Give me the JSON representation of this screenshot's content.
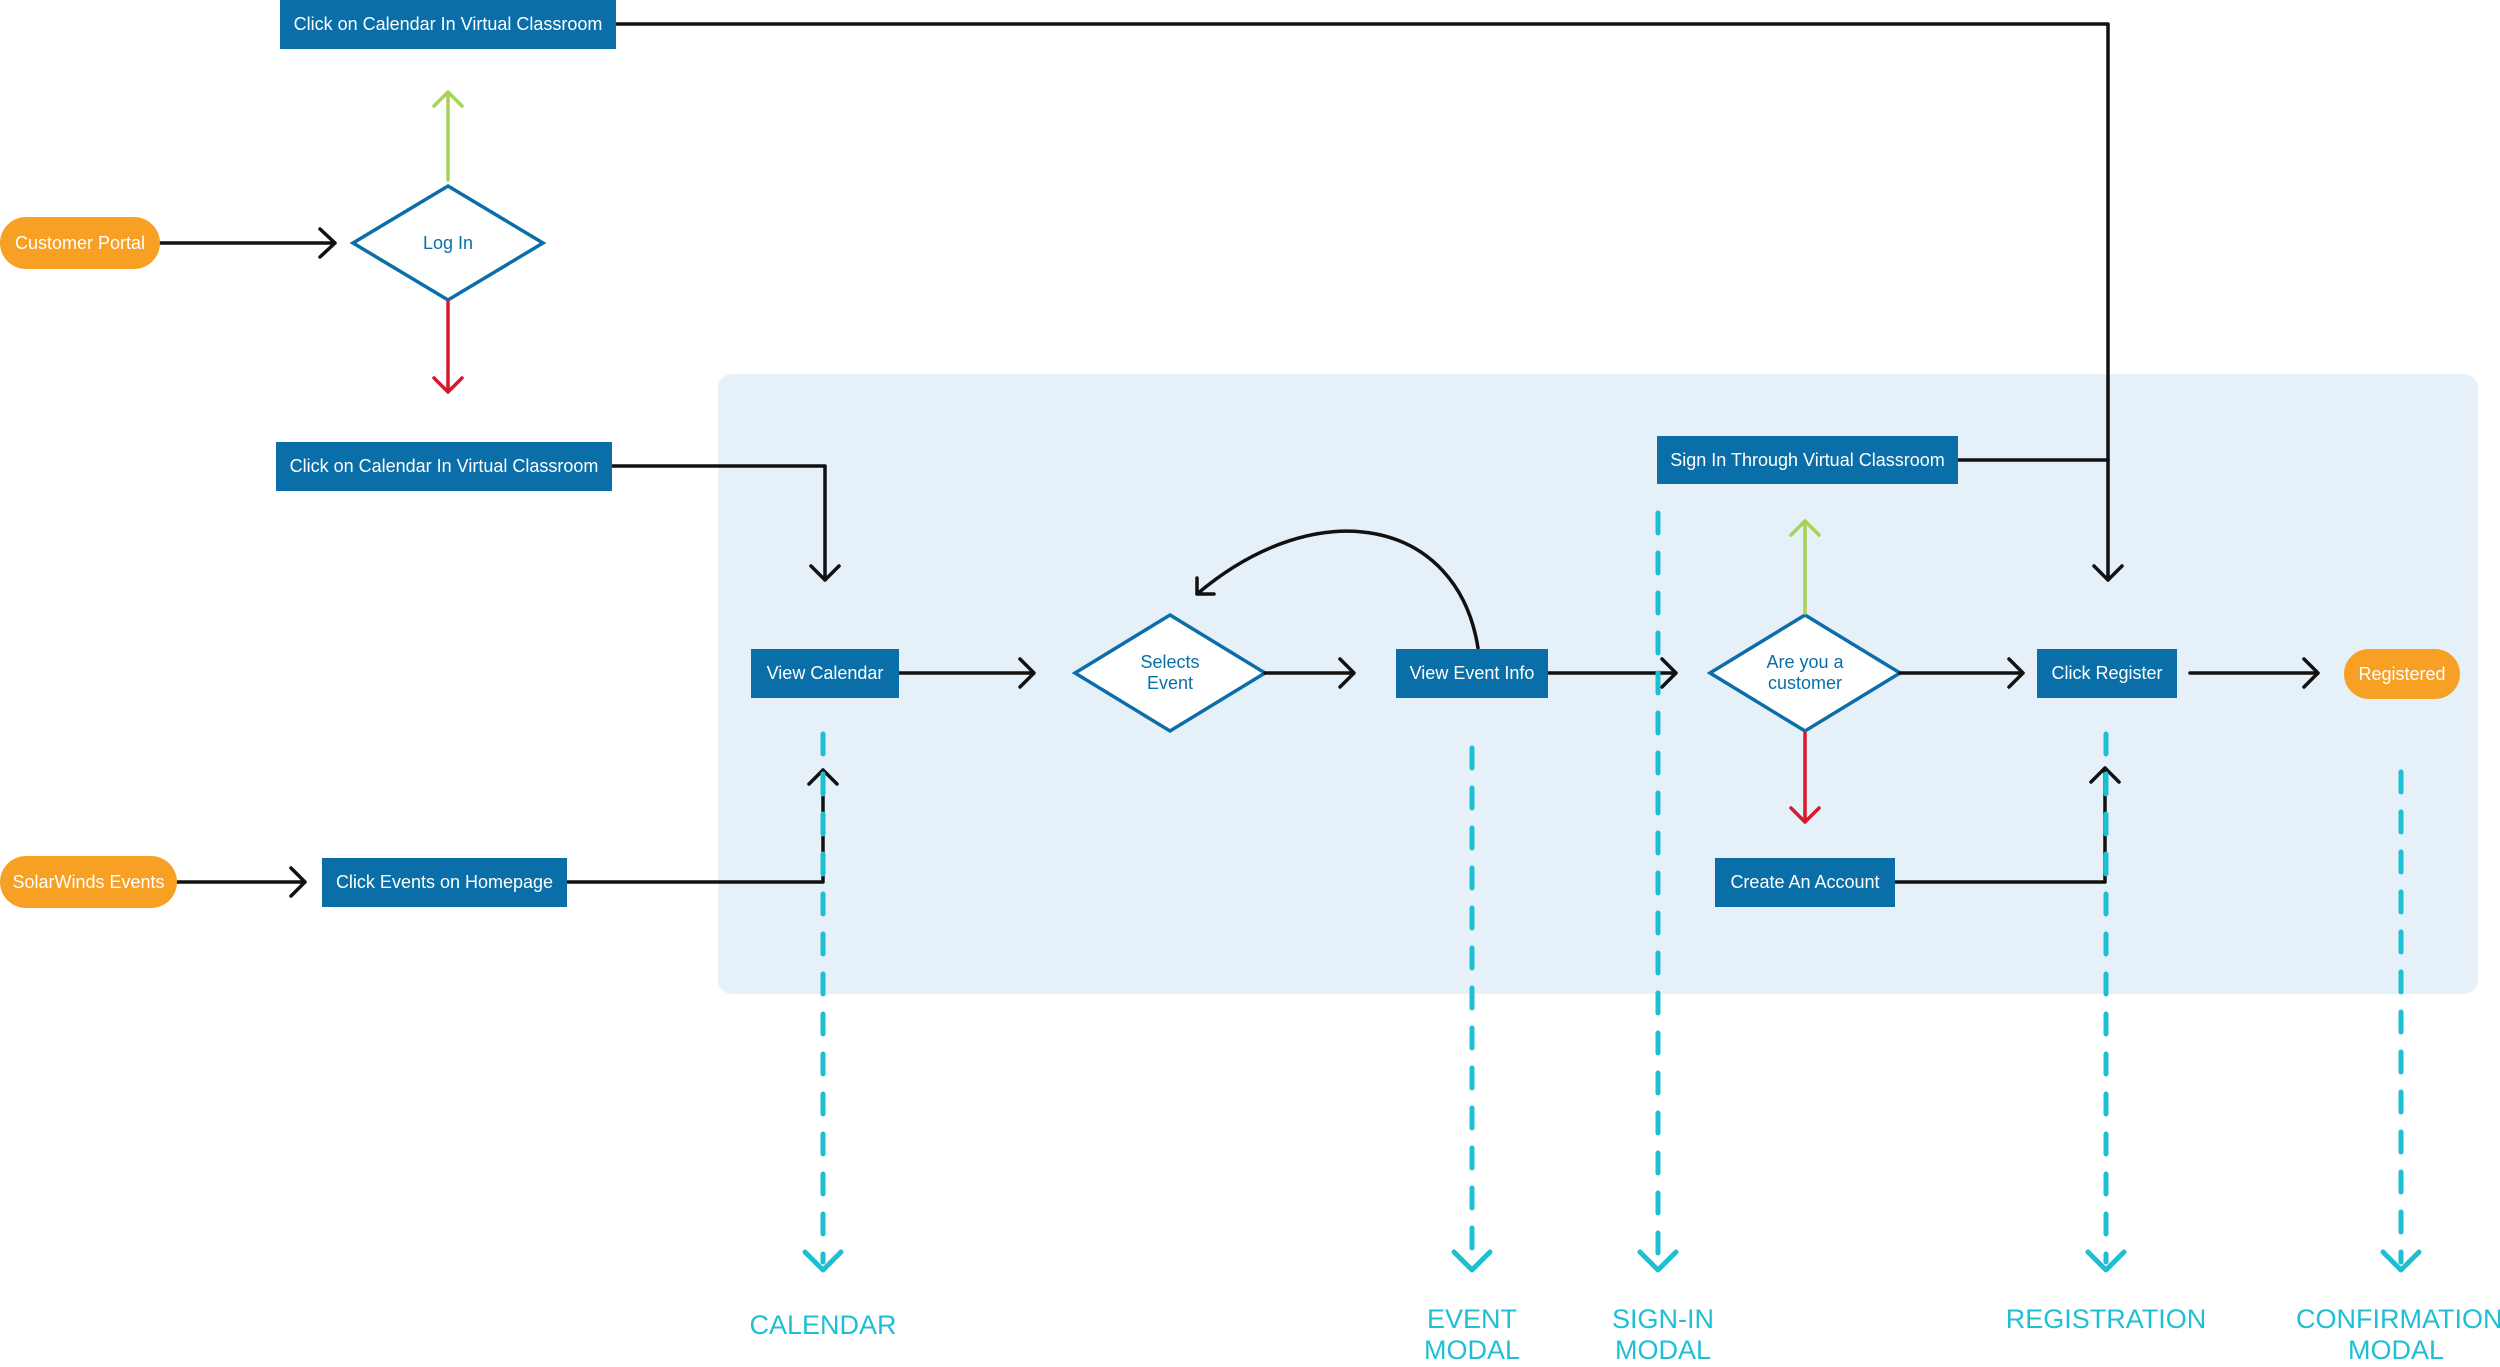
{
  "colors": {
    "box_fill": "#0a6fa8",
    "start_fill": "#f7a024",
    "zone_fill": "#e5f0f8",
    "flow_line": "#111111",
    "yes_arrow": "#a6d255",
    "no_arrow": "#d7192b",
    "lane_dash": "#1fbfd3"
  },
  "start_nodes": {
    "customer_portal": "Customer Portal",
    "solarwinds_events": "SolarWinds Events",
    "registered": "Registered"
  },
  "steps": {
    "click_calendar_top": "Click on Calendar In Virtual Classroom",
    "click_calendar_mid": "Click on Calendar In Virtual Classroom",
    "click_events_homepage": "Click Events on Homepage",
    "view_calendar": "View Calendar",
    "view_event_info": "View Event Info",
    "sign_in_virtual_classroom": "Sign In Through Virtual Classroom",
    "click_register": "Click Register",
    "create_account": "Create An Account"
  },
  "decisions": {
    "log_in": "Log In",
    "selects_event": "Selects Event",
    "are_you_customer": "Are you a customer"
  },
  "lanes": {
    "calendar": "CALENDAR",
    "event_modal_l1": "EVENT",
    "event_modal_l2": "MODAL",
    "sign_in_modal_l1": "SIGN-IN",
    "sign_in_modal_l2": "MODAL",
    "registration": "REGISTRATION",
    "confirmation_modal_l1": "CONFIRMATION",
    "confirmation_modal_l2": "MODAL"
  }
}
